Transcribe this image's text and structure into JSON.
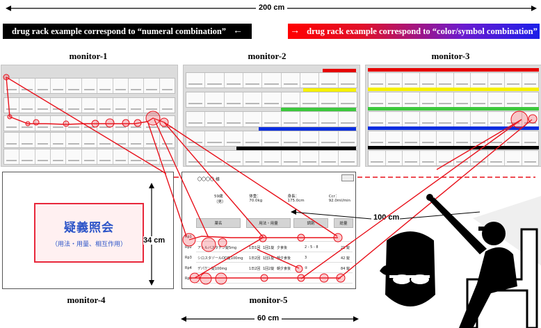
{
  "dimensions": {
    "width_label": "200 cm",
    "depth_label": "34 cm",
    "distance_label": "100 cm",
    "monitor5_width_label": "60 cm"
  },
  "banners": {
    "left_text": "drug rack example correspond to “numeral combination”",
    "left_arrow": "←",
    "right_arrow": "→",
    "right_text": "drug rack example correspond to “color/symbol combination”"
  },
  "monitors": {
    "m1": "monitor-1",
    "m2": "monitor-2",
    "m3": "monitor-3",
    "m4": "monitor-4",
    "m5": "monitor-5"
  },
  "inquiry": {
    "title": "疑義照会",
    "subtitle": "（用法・用量、相互作用）"
  },
  "prescription": {
    "title": "〇〇〇〇 様",
    "height": "身長：175.0cm",
    "weight": "体重：70.0kg",
    "age": "59歳（男）",
    "ccr": "Ccr：92.0ml/min",
    "headers": [
      "薬名",
      "用法・用量",
      "調剤",
      "総量"
    ],
    "rows": [
      {
        "rp": "Rp1",
        "name": "",
        "dose": "",
        "dispense": "",
        "total": ""
      },
      {
        "rp": "Rp2",
        "name": "アトルバスタチン錠5mg",
        "dose": "1日1回",
        "unit": "1回1錠",
        "timing": "夕食後",
        "dispense": "2 - 5 - 8",
        "total": "21 錠"
      },
      {
        "rp": "Rp3",
        "name": "シロスタゾールOD錠100mg",
        "dose": "1日2回",
        "unit": "1回1錠",
        "timing": "朝夕食後",
        "dispense": "3",
        "total": "42 錠"
      },
      {
        "rp": "Rp4",
        "name": "デパケン錠100mg",
        "dose": "1日2回",
        "unit": "1回2錠",
        "timing": "朝夕食後",
        "dispense": "②",
        "total": "84 錠"
      },
      {
        "rp": "Rp5",
        "name": "",
        "dose": "",
        "dispense": "",
        "total": ""
      }
    ]
  },
  "colors": {
    "gaze": "#e8101a",
    "shelf_bars": [
      "#e60000",
      "#f5f000",
      "#3cc83c",
      "#0a2ee0",
      "#000000"
    ],
    "inquiry_text": "#2d55c8"
  }
}
